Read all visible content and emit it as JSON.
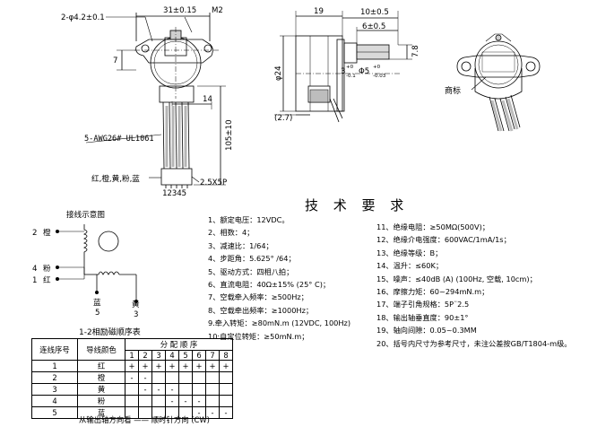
{
  "drawing": {
    "dim_dia_holes": "2-φ4.2±0.1",
    "dim_width": "31±0.15",
    "dim_m2": "M2",
    "dim_7": "7",
    "dim_14": "14",
    "dim_105": "105±10",
    "cable_spec": "5-AWG26# UL1061",
    "wire_colors": "红,橙,黄,粉,蓝",
    "pins": "12345",
    "connector": "2.5X5P",
    "dim_19": "19",
    "dim_10": "10±0.5",
    "dim_6": "6±0.5",
    "dim_3": "3",
    "dim_3_tol_top": "+0",
    "dim_3_tol_bot": "-0.1",
    "dim_phi5": "Φ5",
    "dim_phi5_tol_top": "+0",
    "dim_phi5_tol_bot": "-0.03",
    "dim_24": "φ24",
    "dim_78": "7.8",
    "dim_27": "(2.7)",
    "trademark": "商标"
  },
  "wiring": {
    "title": "接线示意图",
    "w2": "2",
    "w2_color": "橙",
    "w4": "4",
    "w4_color": "粉",
    "w1": "1",
    "w1_color": "红",
    "blue_label": "蓝",
    "blue_num": "5",
    "yellow_label": "黄",
    "yellow_num": "3"
  },
  "specs": {
    "title": "技 术 要 求",
    "left": [
      "1、额定电压：12VDC。",
      "2、相数：4；",
      "3、减速比：1/64；",
      "4、步距角：5.625° /64；",
      "5、驱动方式：四相八拍；",
      "6、直流电阻：40Ω±15% (25° C)；",
      "7、空载牵入频率：≥500Hz；",
      "8、空载牵出频率：≥1000Hz；",
      "9.牵入转矩：≥80mN.m (12VDC, 100Hz)",
      "10:自定位转矩：≥50mN.m；"
    ],
    "right": [
      "11、绝缘电阻：≥50MΩ(500V)；",
      "12、绝缘介电强度：600VAC/1mA/1s；",
      "13、绝缘等级：B；",
      "14、温升：≤60K；",
      "15、噪声：≤40dB (A) (100Hz, 空载, 10cm)；",
      "16、摩擦力矩：60~294mN.m；",
      "17、端子引角规格：5P¨2.5",
      "18、输出轴垂直度：90±1°",
      "19、轴向间隙：0.05~0.3MM",
      "20、括号内尺寸为参考尺寸，未注公差按GB/T1804-m级。"
    ]
  },
  "sequence": {
    "title": "1-2相励磁顺序表",
    "header_wire_no": "连线序号",
    "header_wire_color": "导线颜色",
    "header_order": "分 配 顺 序",
    "steps": [
      "1",
      "2",
      "3",
      "4",
      "5",
      "6",
      "7",
      "8"
    ],
    "rows": [
      {
        "no": "1",
        "color": "红",
        "cells": [
          "+",
          "+",
          "+",
          "+",
          "+",
          "+",
          "+",
          "+"
        ]
      },
      {
        "no": "2",
        "color": "橙",
        "cells": [
          "-",
          "-",
          "",
          "",
          "",
          "",
          "",
          ""
        ]
      },
      {
        "no": "3",
        "color": "黄",
        "cells": [
          "",
          "-",
          "-",
          "-",
          "",
          "",
          "",
          ""
        ]
      },
      {
        "no": "4",
        "color": "粉",
        "cells": [
          "",
          "",
          "",
          "-",
          "-",
          "-",
          "",
          ""
        ]
      },
      {
        "no": "5",
        "color": "蓝",
        "cells": [
          "",
          "",
          "",
          "",
          "",
          "-",
          "-",
          "-"
        ]
      }
    ],
    "footnote": "从输出轴方向看 —— 顺时针方向 (CW)"
  }
}
